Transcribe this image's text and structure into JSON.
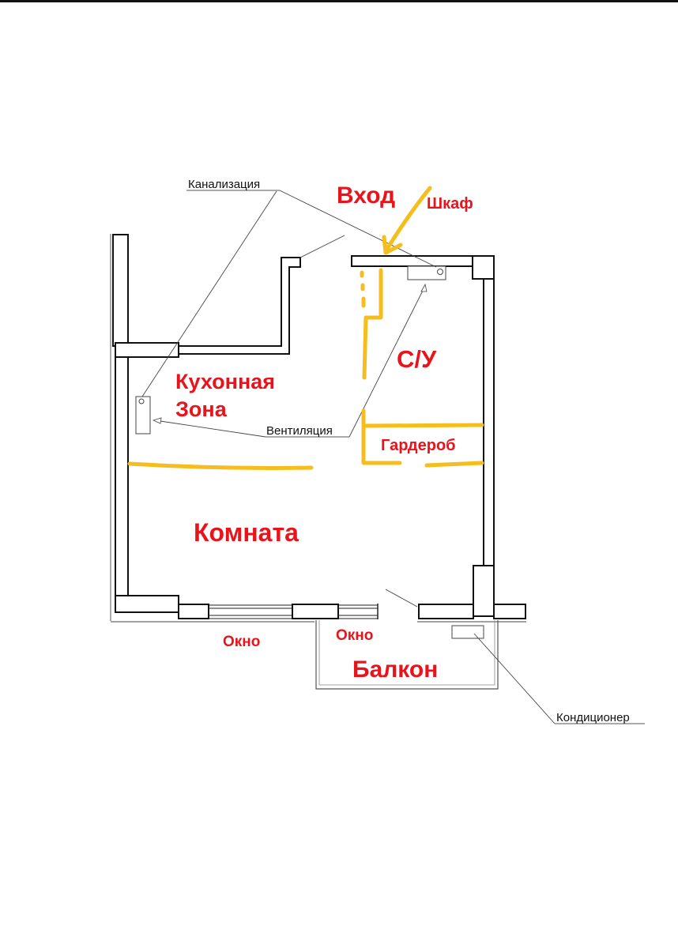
{
  "plan": {
    "labels": {
      "entrance": "Вход",
      "closet": "Шкаф",
      "bathroom": "С/У",
      "kitchen_line1": "Кухонная",
      "kitchen_line2": "Зона",
      "wardrobe": "Гардероб",
      "room": "Комната",
      "window_left": "Окно",
      "window_right": "Окно",
      "balcony": "Балкон"
    },
    "callouts": {
      "sewage": "Канализация",
      "ventilation": "Вентиляция",
      "air_conditioner": "Кондиционер"
    },
    "colors": {
      "label_red": "#e8141c",
      "zone_yellow": "#f5be1e",
      "wall_black": "#111111"
    }
  }
}
